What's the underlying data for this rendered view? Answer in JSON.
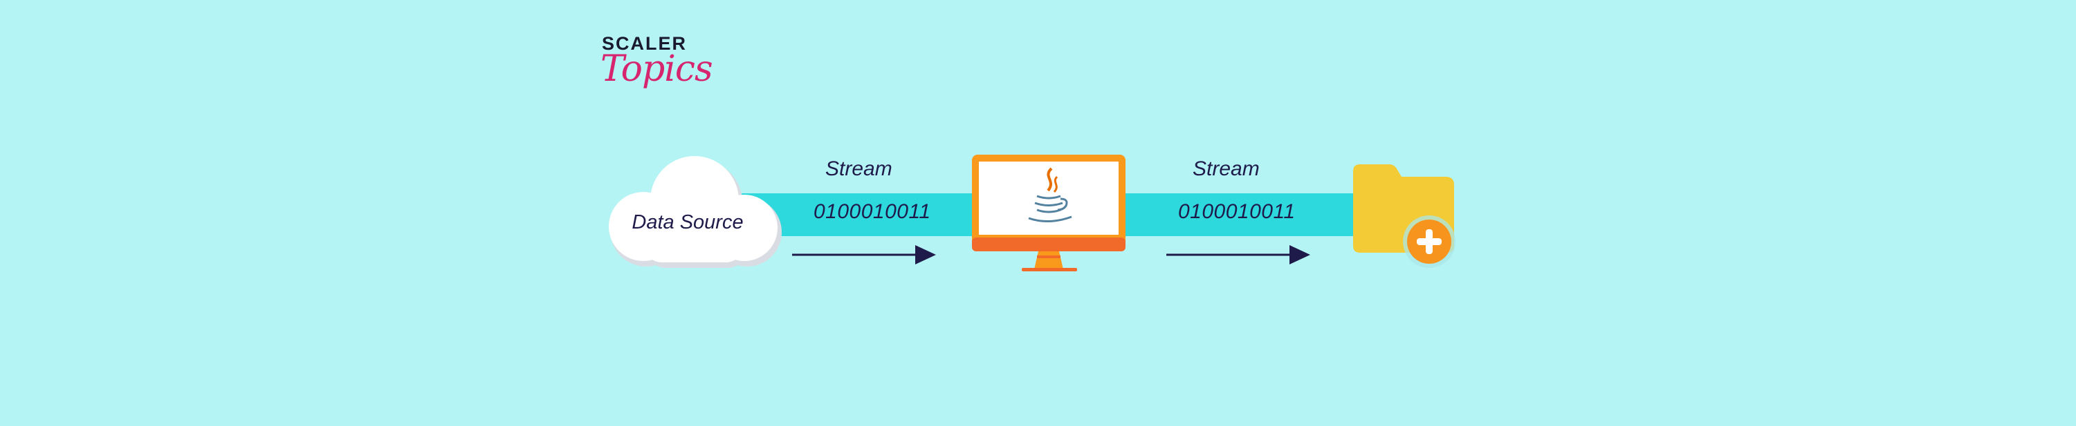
{
  "logo": {
    "line1": "SCALER",
    "line2": "Topics"
  },
  "nodes": {
    "source": {
      "label": "Data Source",
      "icon": "cloud-icon"
    },
    "program": {
      "icon": "java-monitor-icon"
    },
    "destination": {
      "icon": "folder-add-icon"
    }
  },
  "streams": [
    {
      "label": "Stream",
      "bits": "0100010011"
    },
    {
      "label": "Stream",
      "bits": "0100010011"
    }
  ],
  "colors": {
    "background": "#b5f4f4",
    "band": "#2ed9de",
    "text": "#1e1b4b",
    "logo_accent": "#d6246e",
    "monitor_frame": "#f99a1c",
    "monitor_base": "#f26a2a",
    "folder": "#f3cb36",
    "plus_badge": "#f7941d"
  }
}
